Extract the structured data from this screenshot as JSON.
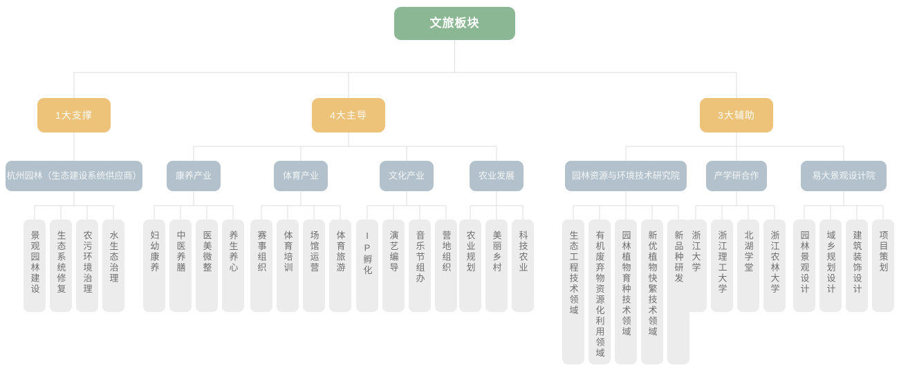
{
  "diagram": {
    "colors": {
      "root_bg": "#8cb794",
      "branch_bg": "#edc279",
      "category_bg": "#b2c1cb",
      "leaf_bg": "#ececec",
      "connector": "#dcdcdc"
    },
    "root": {
      "label": "文旅板块"
    },
    "branches": [
      {
        "label": "1大支撑",
        "children": [
          {
            "label": "杭州园林（生态建设系统供应商）",
            "leaves": [
              "景观园林建设",
              "生态系统修复",
              "农污环境治理",
              "水生态治理"
            ]
          }
        ]
      },
      {
        "label": "4大主导",
        "children": [
          {
            "label": "康养产业",
            "leaves": [
              "妇幼康养",
              "中医养膳",
              "医美微整",
              "养生养心"
            ]
          },
          {
            "label": "体育产业",
            "leaves": [
              "赛事组织",
              "体育培训",
              "场馆运营",
              "体育旅游"
            ]
          },
          {
            "label": "文化产业",
            "leaves": [
              "IP孵化",
              "演艺编导",
              "音乐节组办",
              "营地组织"
            ]
          },
          {
            "label": "农业发展",
            "leaves": [
              "农业规划",
              "美丽乡村",
              "科技农业"
            ]
          }
        ]
      },
      {
        "label": "3大辅助",
        "children": [
          {
            "label": "园林资源与环境技术研究院",
            "leaves": [
              "生态工程技术领域",
              "有机废弃物资源化利用领域",
              "园林植物育种技术领域",
              "新优植物快繁技术领域",
              "新品种研发"
            ]
          },
          {
            "label": "产学研合作",
            "leaves": [
              "浙江大学",
              "浙江理工大学",
              "北湖学堂",
              "浙江农林大学"
            ]
          },
          {
            "label": "易大景观设计院",
            "leaves": [
              "园林景观设计",
              "域乡规划设计",
              "建筑装饰设计",
              "项目策划"
            ]
          }
        ]
      }
    ]
  }
}
